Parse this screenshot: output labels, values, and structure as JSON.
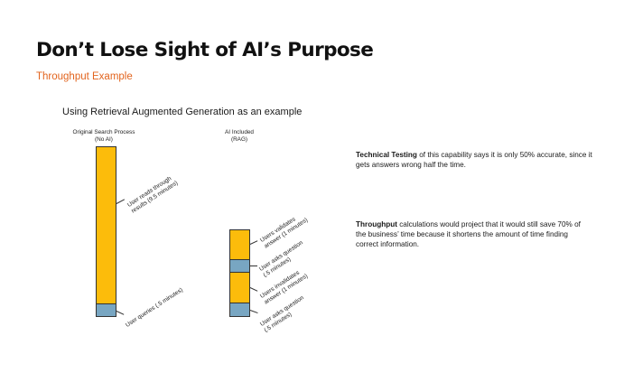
{
  "header": {
    "title": "Don’t Lose Sight of AI’s Purpose",
    "subtitle": "Throughput Example"
  },
  "diagram": {
    "heading": "Using Retrieval Augmented Generation as an example",
    "colors": {
      "reading_or_answer": "#fcbc0b",
      "query_or_question": "#78a6c2",
      "accent": "#e2641e"
    },
    "columns": [
      {
        "label_line1": "Original Search Process",
        "label_line2": "(No AI)",
        "segments": [
          {
            "color": "yellow",
            "minutes": 9.5,
            "label_line1": "User reads through",
            "label_line2": "results (9.5 minutes)"
          },
          {
            "color": "blue",
            "minutes": 0.5,
            "label_line1": "User queries (.5 minutes)",
            "label_line2": ""
          }
        ]
      },
      {
        "label_line1": "AI Included",
        "label_line2": "(RAG)",
        "segments": [
          {
            "color": "yellow",
            "minutes": 1,
            "label_line1": "Users validates",
            "label_line2": "answer (1 minutes)"
          },
          {
            "color": "blue",
            "minutes": 0.5,
            "label_line1": "User asks question",
            "label_line2": "(.5 minutes)"
          },
          {
            "color": "yellow",
            "minutes": 1,
            "label_line1": "Users invalidates",
            "label_line2": "answer (1 minutes)"
          },
          {
            "color": "blue",
            "minutes": 0.5,
            "label_line1": "User asks question",
            "label_line2": "(.5 minutes)"
          }
        ]
      }
    ]
  },
  "notes": [
    {
      "bold": "Technical Testing",
      "text": " of this capability says it is only 50% accurate, since it gets answers wrong half the time."
    },
    {
      "bold": "Throughput",
      "text": " calculations would project that it would still save 70% of the business’ time because it shortens the amount of time finding correct information."
    }
  ]
}
